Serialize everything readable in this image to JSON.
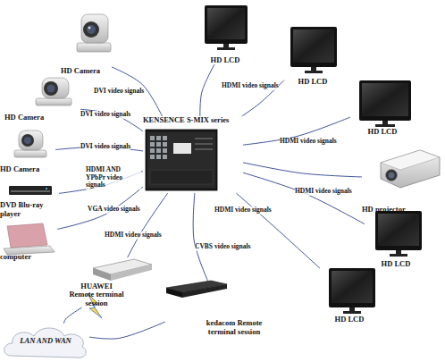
{
  "diagram": {
    "nodes": [
      {
        "text": [
          "HD Camera"
        ]
      },
      {
        "text": [
          "HD Camera"
        ]
      },
      {
        "text": [
          "HD Camera"
        ]
      },
      {
        "text": [
          "DVD Blu-ray player"
        ]
      },
      {
        "text": [
          "computer"
        ]
      },
      {
        "text": [
          "HUAWEI Remote terminal session"
        ]
      },
      {
        "text": [
          "kedacom Remote terminal session"
        ]
      },
      {
        "text": [
          "LAN AND WAN"
        ]
      },
      {
        "text": [
          "KENSENCE S-MIX series"
        ]
      },
      {
        "text": [
          "HD LCD"
        ]
      },
      {
        "text": [
          "HD LCD"
        ]
      },
      {
        "text": [
          "HD LCD"
        ]
      },
      {
        "text": [
          "HD projector"
        ]
      },
      {
        "text": [
          "HD LCD"
        ]
      },
      {
        "text": [
          "HD LCD"
        ]
      }
    ],
    "edges": [
      {
        "from": 0,
        "to": 8,
        "label": "DVI video signals",
        "arrow": "none"
      },
      {
        "from": 1,
        "to": 8,
        "label": "DVI video signals",
        "arrow": "none"
      },
      {
        "from": 2,
        "to": 8,
        "label": "DVI video signals",
        "arrow": "none"
      },
      {
        "from": 3,
        "to": 8,
        "label": "HDMI AND YPbPr video signals",
        "arrow": "none"
      },
      {
        "from": 4,
        "to": 8,
        "label": "VGA video signals",
        "arrow": "none"
      },
      {
        "from": 5,
        "to": 8,
        "label": "HDMI video signals",
        "arrow": "none"
      },
      {
        "from": 6,
        "to": 8,
        "label": "CVBS video signals",
        "arrow": "none"
      },
      {
        "from": 5,
        "to": 7,
        "arrow": "none"
      },
      {
        "from": 6,
        "to": 7,
        "arrow": "none"
      },
      {
        "from": 8,
        "to": 9,
        "arrow": "none"
      },
      {
        "from": 8,
        "to": 10,
        "label": "HDMI video signals",
        "arrow": "none"
      },
      {
        "from": 8,
        "to": 11,
        "label": "HDMI video signals",
        "arrow": "none"
      },
      {
        "from": 8,
        "to": 12,
        "arrow": "none"
      },
      {
        "from": 8,
        "to": 13,
        "label": "HDMI video signals",
        "arrow": "none"
      },
      {
        "from": 8,
        "to": 14,
        "label": "HDMI video signals",
        "arrow": "none"
      }
    ]
  }
}
